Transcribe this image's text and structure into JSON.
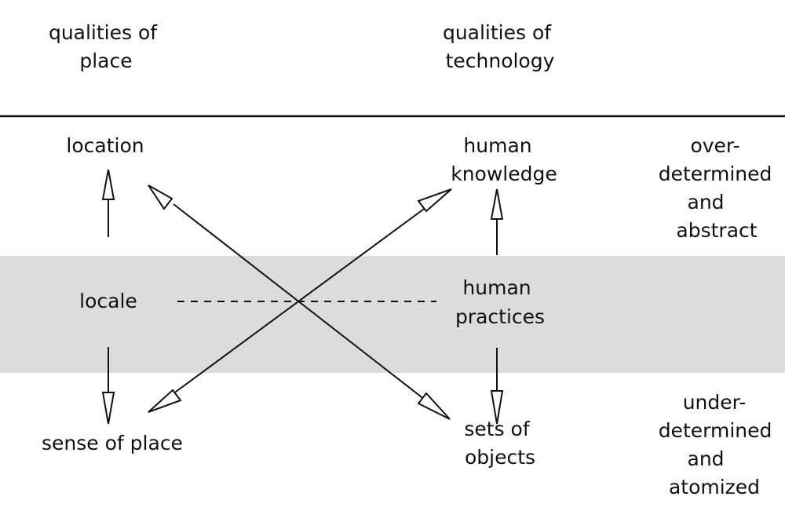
{
  "headers": {
    "place": [
      "qualities of",
      "place"
    ],
    "technology": [
      "qualities of",
      "technology"
    ]
  },
  "place": {
    "top": [
      "location"
    ],
    "middle": [
      "locale"
    ],
    "bottom": [
      "sense of place"
    ]
  },
  "technology": {
    "top": [
      "human",
      "knowledge"
    ],
    "middle": [
      "human",
      "practices"
    ],
    "bottom": [
      "sets of",
      "objects"
    ]
  },
  "side": {
    "top": [
      "over-",
      "determined",
      "and",
      "abstract"
    ],
    "bottom": [
      "under-",
      "determined",
      "and",
      "atomized"
    ]
  },
  "colors": {
    "band": "#dcdcdc",
    "line": "#111111",
    "text": "#111111"
  }
}
